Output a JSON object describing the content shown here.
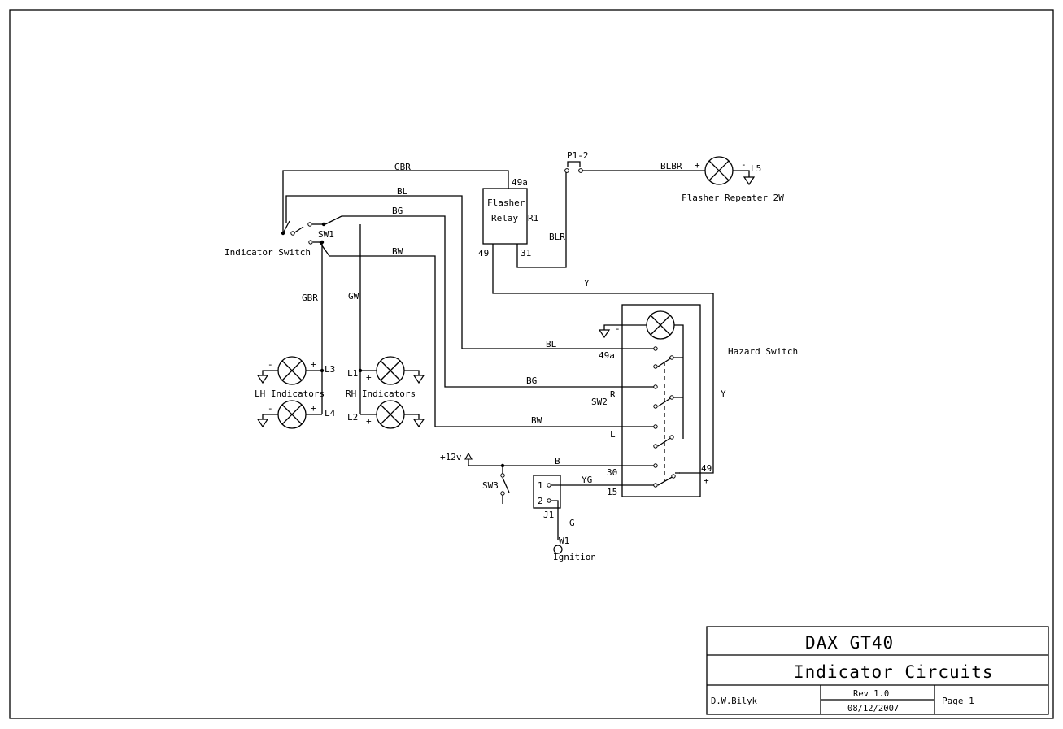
{
  "title_block": {
    "project": "DAX GT40",
    "drawing_title": "Indicator Circuits",
    "author": "D.W.Bilyk",
    "revision": "Rev 1.0",
    "date": "08/12/2007",
    "page": "Page 1"
  },
  "components": {
    "indicator_switch": {
      "label": "Indicator Switch",
      "ref": "SW1"
    },
    "flasher_relay": {
      "line1": "Flasher",
      "line2": "Relay",
      "ref": "R1",
      "pin_49a": "49a",
      "pin_49": "49",
      "pin_31": "31"
    },
    "plug": {
      "ref": "P1-2"
    },
    "flasher_repeater": {
      "label": "Flasher Repeater 2W",
      "ref": "L5",
      "plus": "+",
      "minus": "-"
    },
    "lh_indicators": {
      "label": "LH Indicators",
      "ref_top": "L3",
      "ref_bottom": "L4"
    },
    "rh_indicators": {
      "label": "RH Indicators",
      "ref_top": "L1",
      "ref_bottom": "L2"
    },
    "hazard_switch": {
      "label": "Hazard Switch",
      "ref": "SW2",
      "pin_49a": "49a",
      "pin_r": "R",
      "pin_l": "L",
      "pin_30": "30",
      "pin_15": "15",
      "pin_49": "49",
      "plus": "+",
      "minus": "-"
    },
    "supply": {
      "label": "+12v"
    },
    "sw3": {
      "ref": "SW3"
    },
    "connector_j1": {
      "ref": "J1",
      "pin1": "1",
      "pin2": "2"
    },
    "ignition": {
      "label": "Ignition",
      "ref": "W1"
    }
  },
  "wires": {
    "gbr_top": "GBR",
    "bl_top": "BL",
    "bg_top": "BG",
    "bw_top": "BW",
    "gbr_vert": "GBR",
    "gw_vert": "GW",
    "blbr": "BLBR",
    "blr": "BLR",
    "y_top": "Y",
    "y_right": "Y",
    "bl_hazard": "BL",
    "bg_hazard": "BG",
    "bw_hazard": "BW",
    "b_supply": "B",
    "yg": "YG",
    "g_ign": "G"
  },
  "signs": {
    "plus": "+",
    "minus": "-"
  }
}
